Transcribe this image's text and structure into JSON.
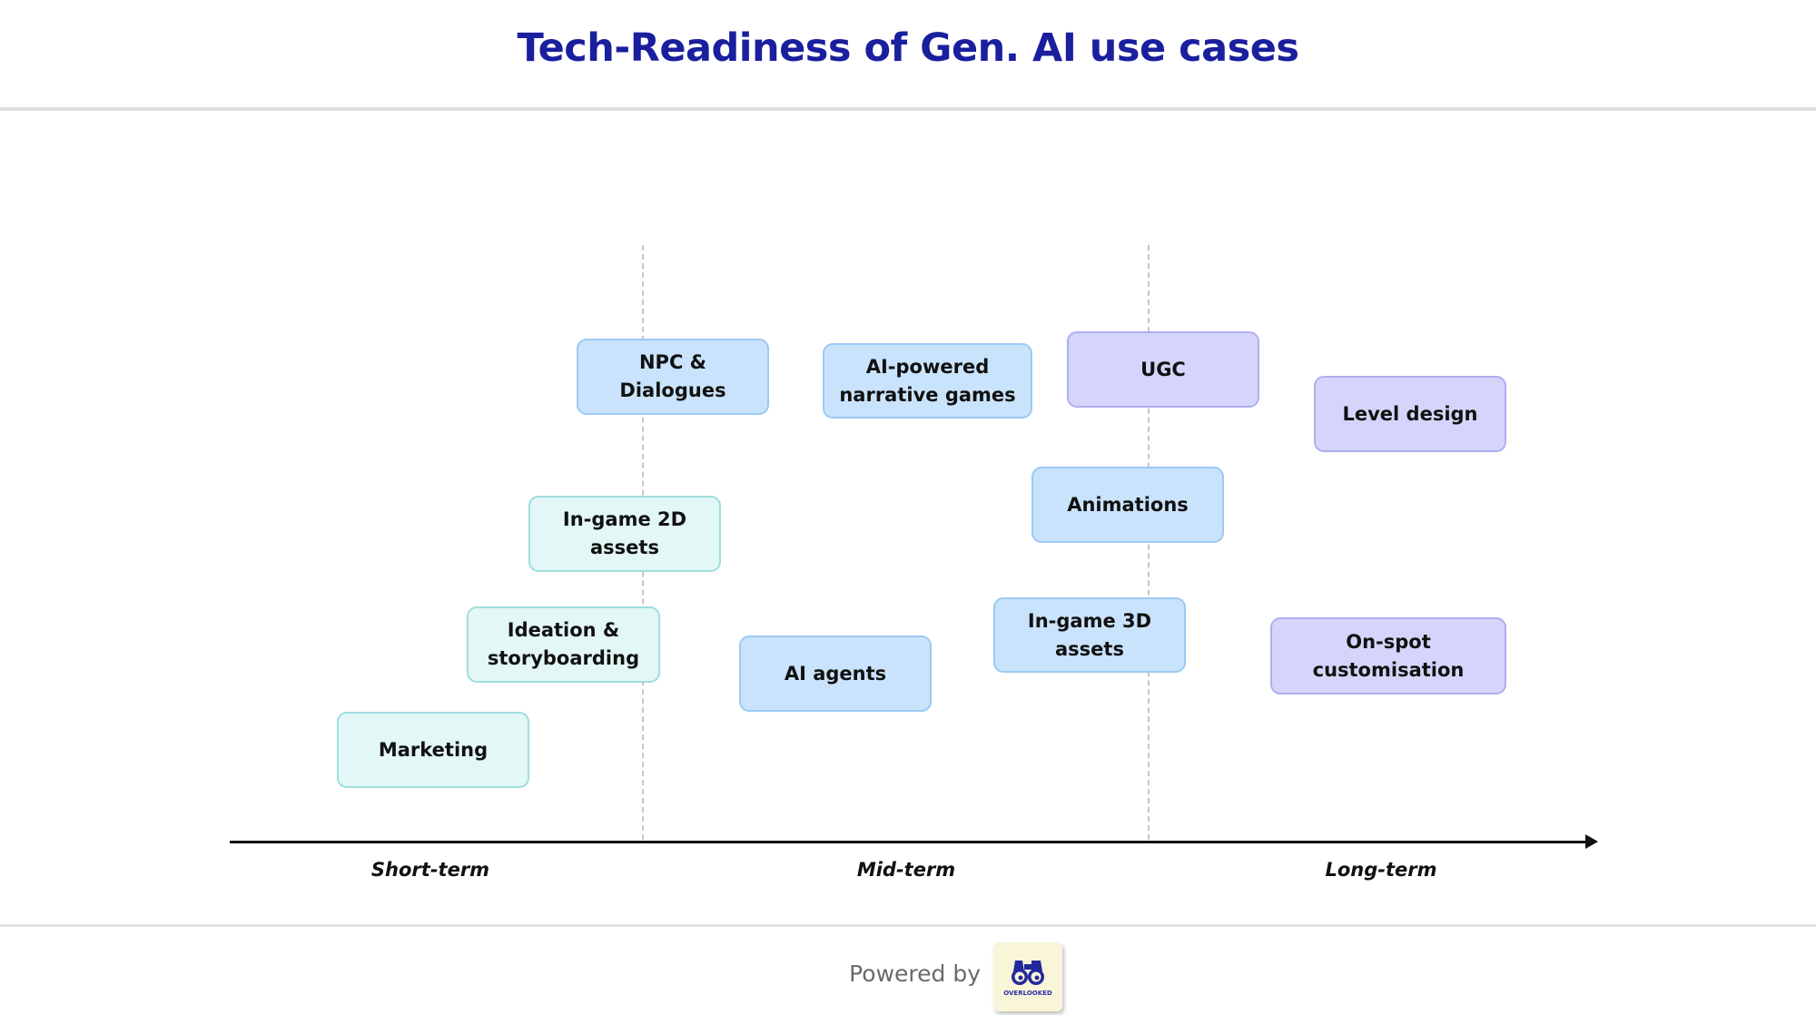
{
  "title": "Tech-Readiness of Gen. AI use cases",
  "axis": {
    "labels": [
      "Short-term",
      "Mid-term",
      "Long-term"
    ]
  },
  "use_cases": {
    "marketing": "Marketing",
    "ideation": "Ideation & storyboarding",
    "ingame_2d": "In-game 2D assets",
    "npc": "NPC & Dialogues",
    "ai_agents": "AI agents",
    "ai_narrative": "AI-powered narrative games",
    "ingame_3d": "In-game 3D assets",
    "animations": "Animations",
    "ugc": "UGC",
    "level_design": "Level design",
    "onspot": "On-spot customisation"
  },
  "horizon_colors": {
    "short": "#e2f7f6",
    "mid": "#cae3fc",
    "long": "#d5d5fb",
    "title": "#1a1f9e"
  },
  "footer": {
    "powered_by": "Powered by",
    "logo_text": "OVERLOOKED",
    "logo_icon": "binoculars-icon"
  }
}
